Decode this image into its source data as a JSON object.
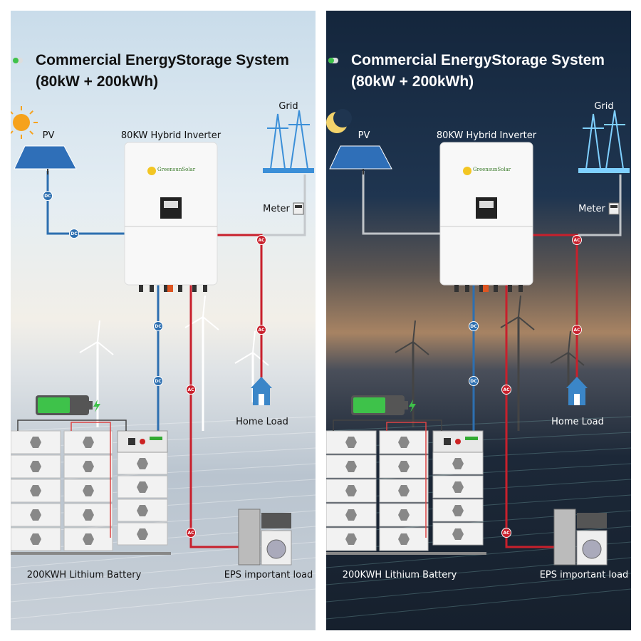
{
  "panels": [
    {
      "theme": "day",
      "title_line1": "Commercial EnergyStorage System",
      "title_line2": "(80kW + 200kWh)",
      "pv_label": "PV",
      "inverter_label": "80KW Hybrid Inverter",
      "brand": "GreensunSolar",
      "grid_label": "Grid",
      "meter_label": "Meter",
      "home_label": "Home Load",
      "battery_label": "200KWH Lithium Battery",
      "eps_label": "EPS important load",
      "dc": "DC",
      "ac": "AC"
    },
    {
      "theme": "night",
      "title_line1": "Commercial EnergyStorage System",
      "title_line2": "(80kW + 200kWh)",
      "pv_label": "PV",
      "inverter_label": "80KW Hybrid Inverter",
      "brand": "GreensunSolar",
      "grid_label": "Grid",
      "meter_label": "Meter",
      "home_label": "Home Load",
      "battery_label": "200KWH Lithium Battery",
      "eps_label": "EPS important load",
      "dc": "DC",
      "ac": "AC"
    }
  ],
  "colors": {
    "dc": "#2d6fb0",
    "ac": "#c8202c",
    "grid_line": "#b8bcc0",
    "indicator": "#3ec24a"
  }
}
